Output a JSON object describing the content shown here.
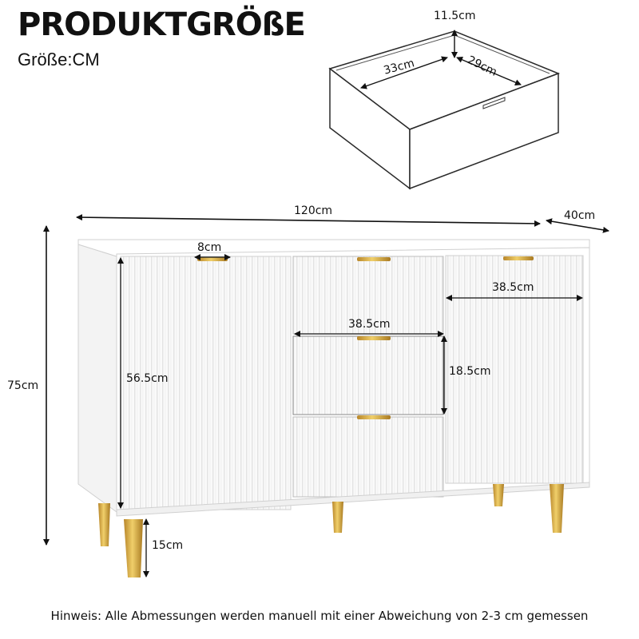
{
  "header": {
    "title": "PRODUKTGRÖßE",
    "unit_label": "Größe:CM"
  },
  "drawer_dims": {
    "height": "11.5cm",
    "width": "33cm",
    "depth": "29cm"
  },
  "cabinet_dims": {
    "total_width": "120cm",
    "depth": "40cm",
    "total_height": "75cm",
    "handle_width": "8cm",
    "door_height": "56.5cm",
    "drawer_width": "38.5cm",
    "drawer_height": "18.5cm",
    "door_width": "38.5cm",
    "leg_height": "15cm"
  },
  "footer": {
    "note": "Hinweis: Alle Abmessungen werden manuell mit einer Abweichung von 2-3 cm gemessen"
  },
  "colors": {
    "cabinet": "#ffffff",
    "outline": "#cfcfcf",
    "gold": "#d4a93a",
    "drawer_line": "#333333"
  }
}
